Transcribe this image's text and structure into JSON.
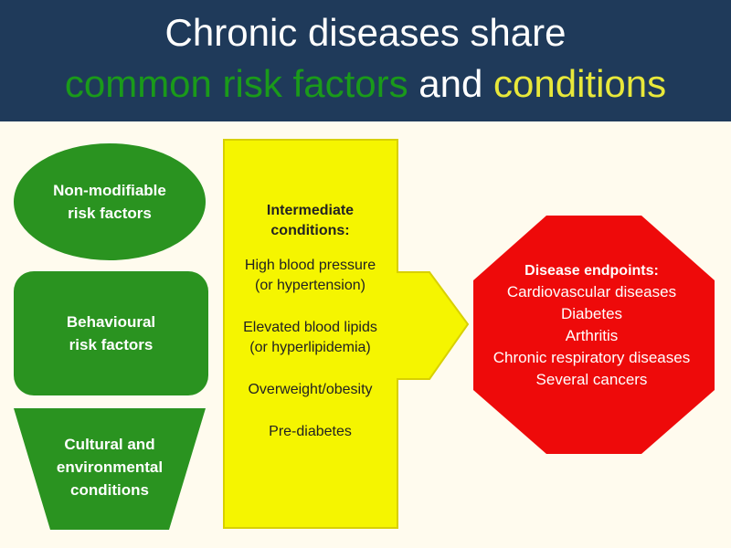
{
  "title": {
    "line1": "Chronic diseases share",
    "line2_part1": "common risk factors",
    "line2_part2": "and",
    "line2_part3": "conditions"
  },
  "risk_factors": {
    "non_modifiable": [
      "Non-modifiable",
      "risk factors"
    ],
    "behavioural": [
      "Behavioural",
      "risk factors"
    ],
    "cultural": [
      "Cultural and",
      "environmental",
      "conditions"
    ]
  },
  "intermediate": {
    "heading": [
      "Intermediate",
      "conditions:"
    ],
    "items": [
      [
        "High blood pressure",
        "(or hypertension)"
      ],
      [
        "Elevated blood lipids",
        "(or hyperlipidemia)"
      ],
      [
        "Overweight/obesity"
      ],
      [
        "Pre-diabetes"
      ]
    ]
  },
  "endpoints": {
    "heading": "Disease endpoints:",
    "items": [
      "Cardiovascular diseases",
      "Diabetes",
      "Arthritis",
      "Chronic respiratory diseases",
      "Several cancers"
    ]
  },
  "colors": {
    "header_bg": "#1f3a5a",
    "green": "#2a9320",
    "yellow": "#f5f500",
    "red": "#ee0a0a"
  }
}
